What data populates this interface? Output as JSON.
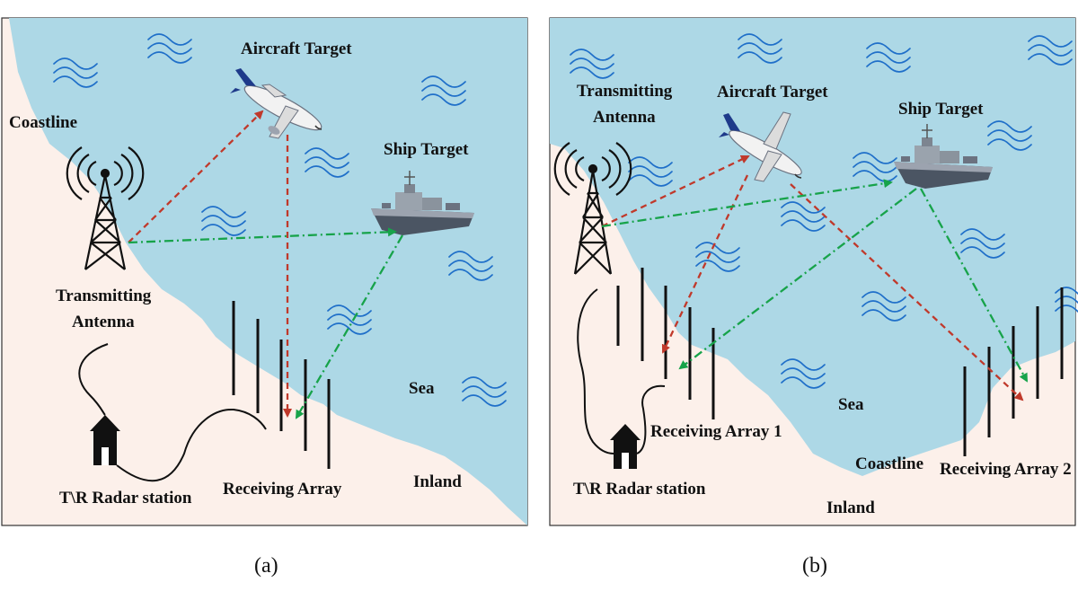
{
  "panel_a": {
    "caption": "(a)",
    "labels": {
      "coastline": "Coastline",
      "aircraft": "Aircraft Target",
      "ship": "Ship Target",
      "tx_line1": "Transmitting",
      "tx_line2": "Antenna",
      "sea": "Sea",
      "inland": "Inland",
      "station": "T\\R Radar station",
      "receiver": "Receiving Array"
    }
  },
  "panel_b": {
    "caption": "(b)",
    "labels": {
      "tx_line1": "Transmitting",
      "tx_line2": "Antenna",
      "aircraft": "Aircraft Target",
      "ship": "Ship Target",
      "sea": "Sea",
      "coastline": "Coastline",
      "inland": "Inland",
      "station": "T\\R Radar station",
      "receiver1": "Receiving Array 1",
      "receiver2": "Receiving Array 2"
    }
  },
  "colors": {
    "sea": "#add8e6",
    "land": "#fcf0ea",
    "wave": "#1f6fc9",
    "reflection_aircraft": "#c0392b",
    "reflection_ship": "#17a34a"
  }
}
